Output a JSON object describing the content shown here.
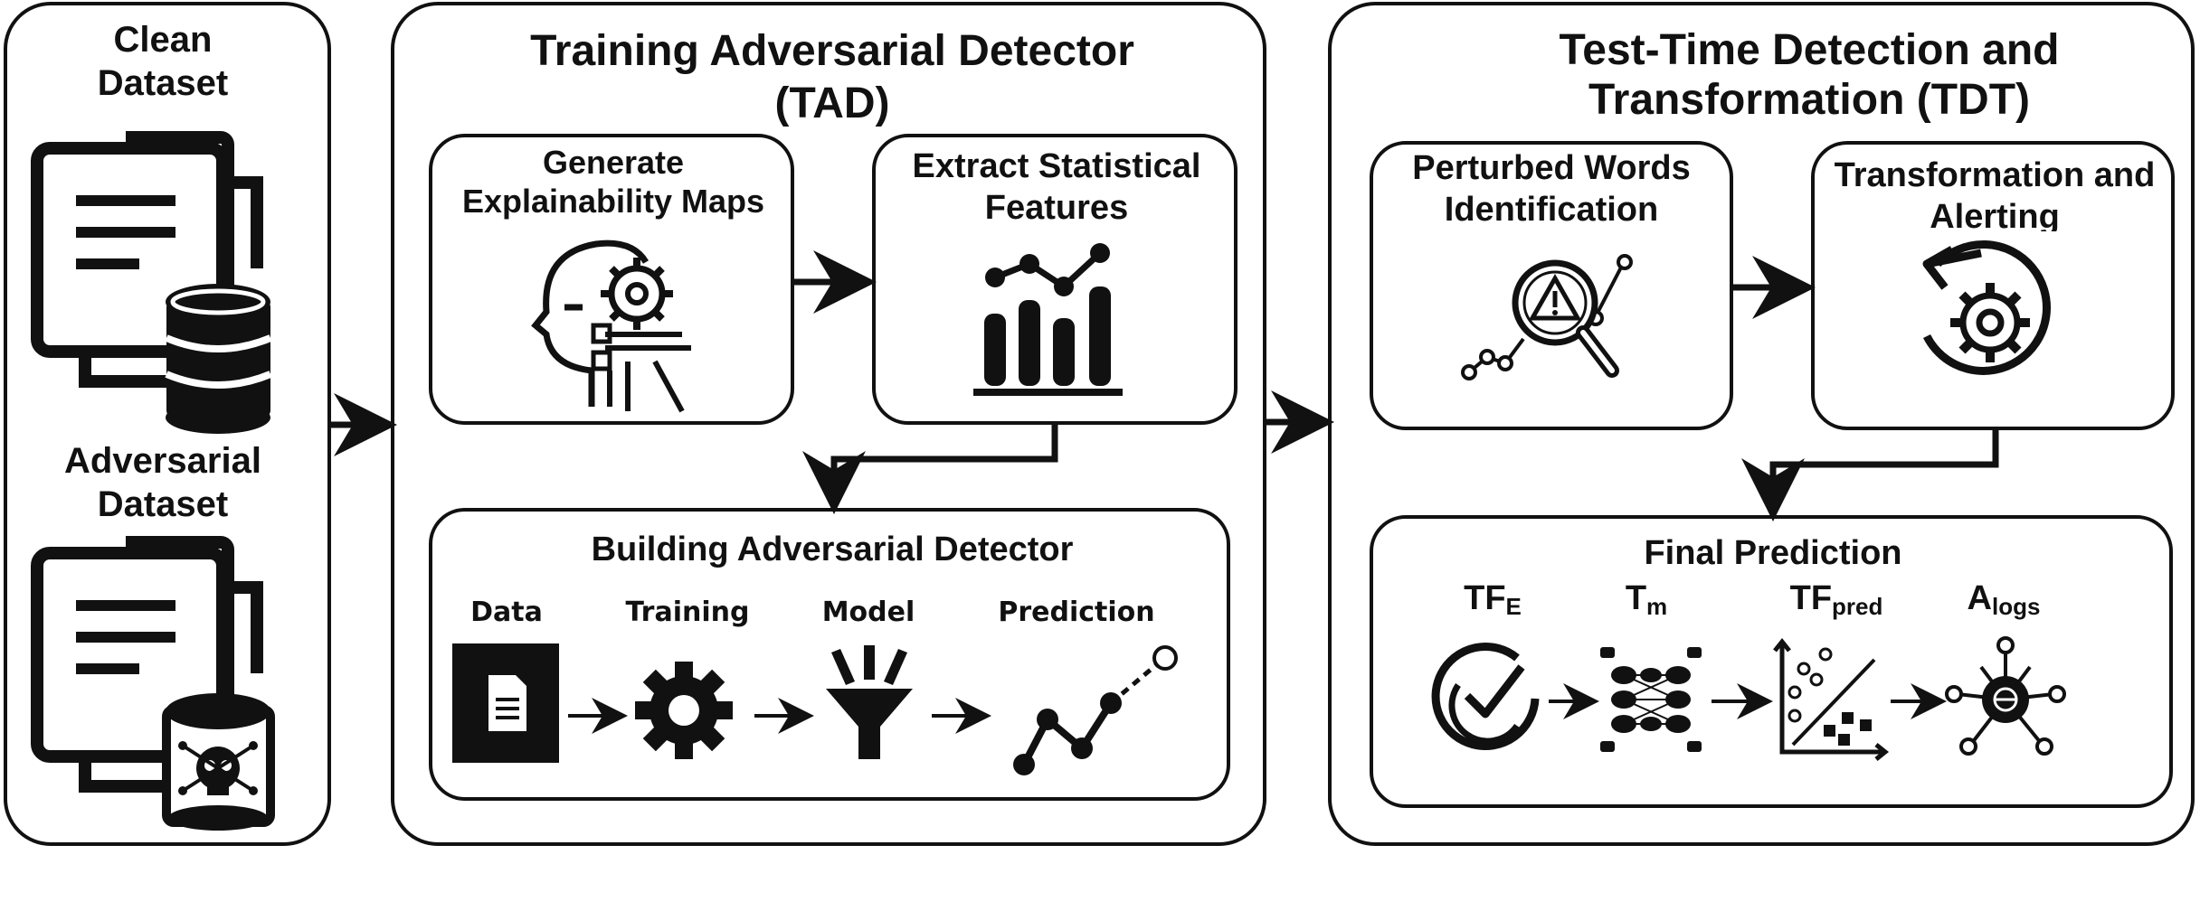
{
  "left": {
    "clean_label": "Clean Dataset",
    "adv_label": "Adversarial Dataset",
    "icons": [
      "documents-database-icon",
      "documents-malicious-database-icon"
    ]
  },
  "tad": {
    "title": "Training Adversarial Detector (TAD)",
    "gen_maps": "Generate Explainability Maps",
    "extract": "Extract Statistical Features",
    "build": {
      "title": "Building Adversarial Detector",
      "steps": [
        "Data",
        "Training",
        "Model",
        "Prediction"
      ]
    }
  },
  "tdt": {
    "title": "Test-Time Detection and Transformation (TDT)",
    "perturbed": "Perturbed Words Identification",
    "transform": "Transformation and Alerting",
    "final": {
      "title": "Final Prediction",
      "labels": [
        {
          "main": "TF",
          "sub": "E"
        },
        {
          "main": "T",
          "sub": "m"
        },
        {
          "main": "TF",
          "sub": "pred"
        },
        {
          "main": "A",
          "sub": "logs"
        }
      ]
    }
  },
  "colors": {
    "stroke": "#111111",
    "background": "#ffffff"
  }
}
